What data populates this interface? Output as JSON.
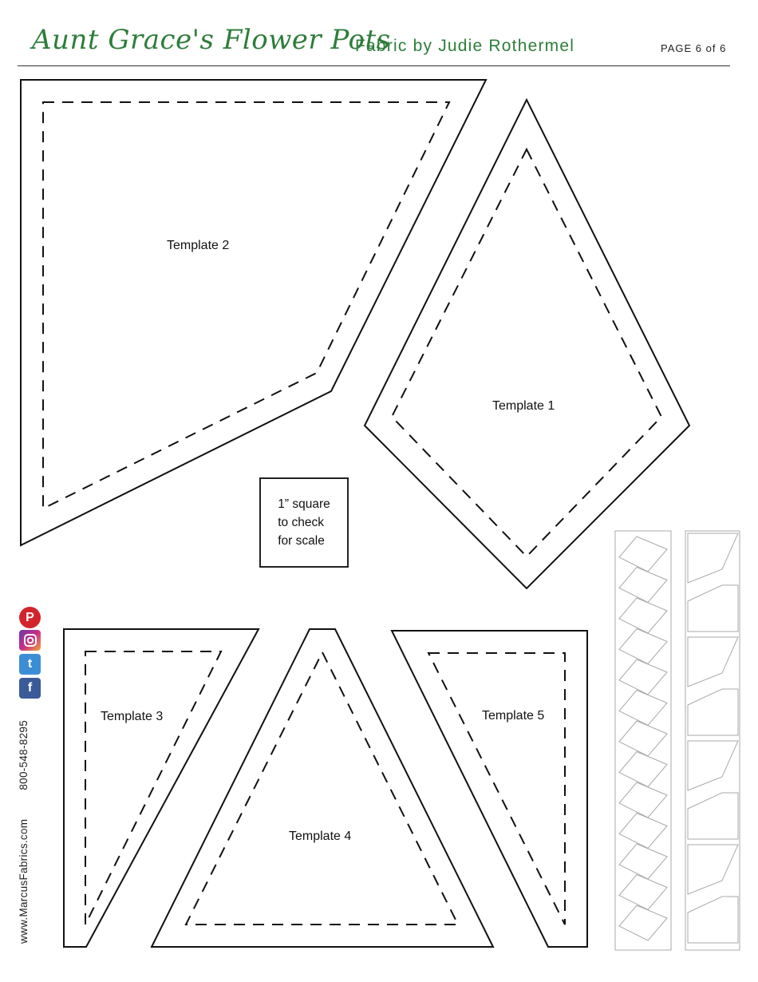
{
  "header": {
    "title": "Aunt Grace's Flower Pots",
    "fabric_credit": "Fabric by Judie Rothermel",
    "page_label": "PAGE 6 of 6"
  },
  "templates": {
    "t1": "Template 1",
    "t2": "Template 2",
    "t3": "Template 3",
    "t4": "Template 4",
    "t5": "Template 5"
  },
  "scale_box": {
    "text": "1” square\nto check\nfor scale"
  },
  "sidebar": {
    "website": "www.MarcusFabrics.com",
    "phone": "800-548-8295",
    "icons": [
      "pinterest-icon",
      "instagram-icon",
      "twitter-icon",
      "facebook-icon"
    ]
  },
  "colors": {
    "brand_green": "#2e7d3a",
    "line": "#111111",
    "thumb_line": "#aaaaaa"
  }
}
